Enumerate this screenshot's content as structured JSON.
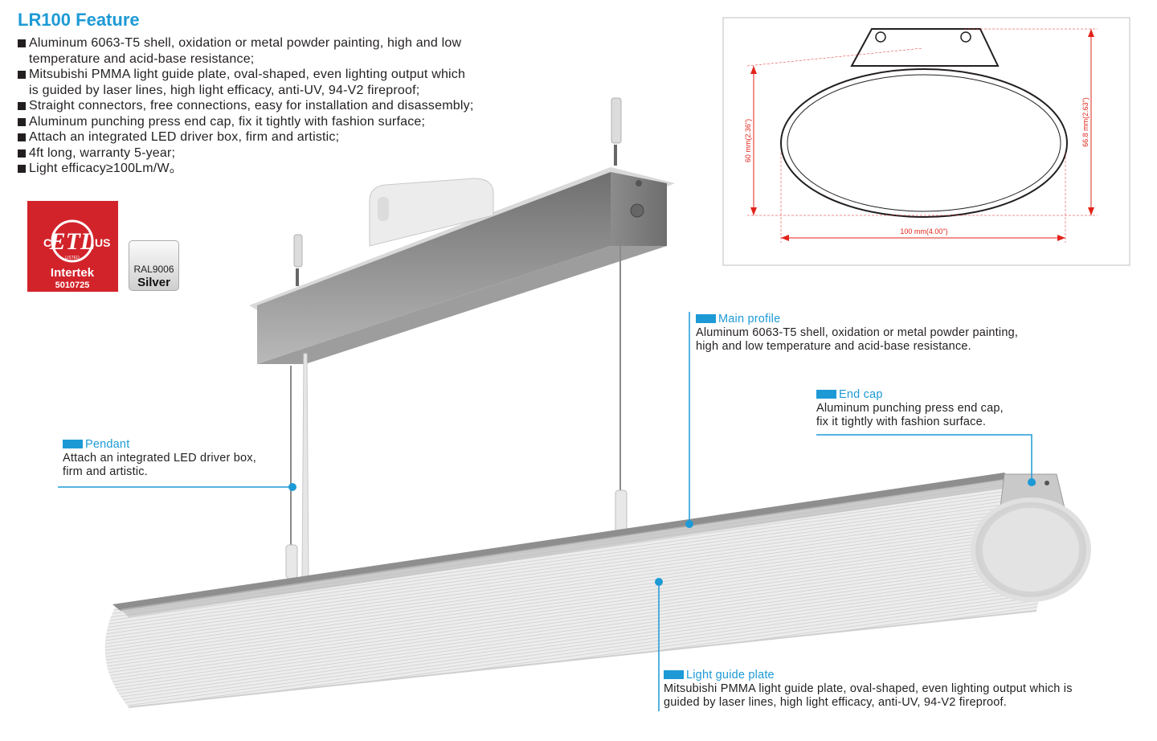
{
  "title": "LR100 Feature",
  "features": [
    "Aluminum 6063-T5 shell, oxidation or metal powder painting, high and low",
    "temperature and acid-base resistance;",
    "Mitsubishi PMMA light guide plate, oval-shaped, even lighting output which",
    "is guided by laser lines, high light efficacy, anti-UV, 94-V2 fireproof;",
    "Straight connectors, free connections, easy for installation and disassembly;",
    "Aluminum punching press end cap, fix it tightly with fashion surface;",
    "Attach an integrated LED driver box, firm and artistic;",
    "4ft long, warranty 5-year;",
    "Light efficacy≥100Lm/W。"
  ],
  "etl": {
    "c": "C",
    "us": "US",
    "listed": "LISTED",
    "brand": "Intertek",
    "number": "5010725"
  },
  "ral": {
    "code": "RAL9006",
    "name": "Silver"
  },
  "dimensions": {
    "width": "100 mm(4.00\")",
    "height_lens": "60 mm(2.36\")",
    "height_total": "66.8 mm(2.63\")"
  },
  "callouts": {
    "main_profile": {
      "title": "Main profile",
      "line1": "Aluminum 6063-T5 shell, oxidation or metal powder painting,",
      "line2": "high and low  temperature and acid-base resistance."
    },
    "end_cap": {
      "title": "End cap",
      "line1": "Aluminum punching press end cap,",
      "line2": "fix it tightly with fashion surface."
    },
    "pendant": {
      "title": "Pendant",
      "line1": "Attach an integrated LED driver box,",
      "line2": "firm and artistic."
    },
    "light_guide": {
      "title": "Light guide plate",
      "line1": "Mitsubishi PMMA light guide plate, oval-shaped, even lighting output which is",
      "line2": "guided by laser lines, high light efficacy, anti-UV, 94-V2 fireproof."
    }
  },
  "colors": {
    "accent": "#1d9ad6",
    "etl_red": "#d2232a",
    "dimension_red": "#e2231a"
  }
}
